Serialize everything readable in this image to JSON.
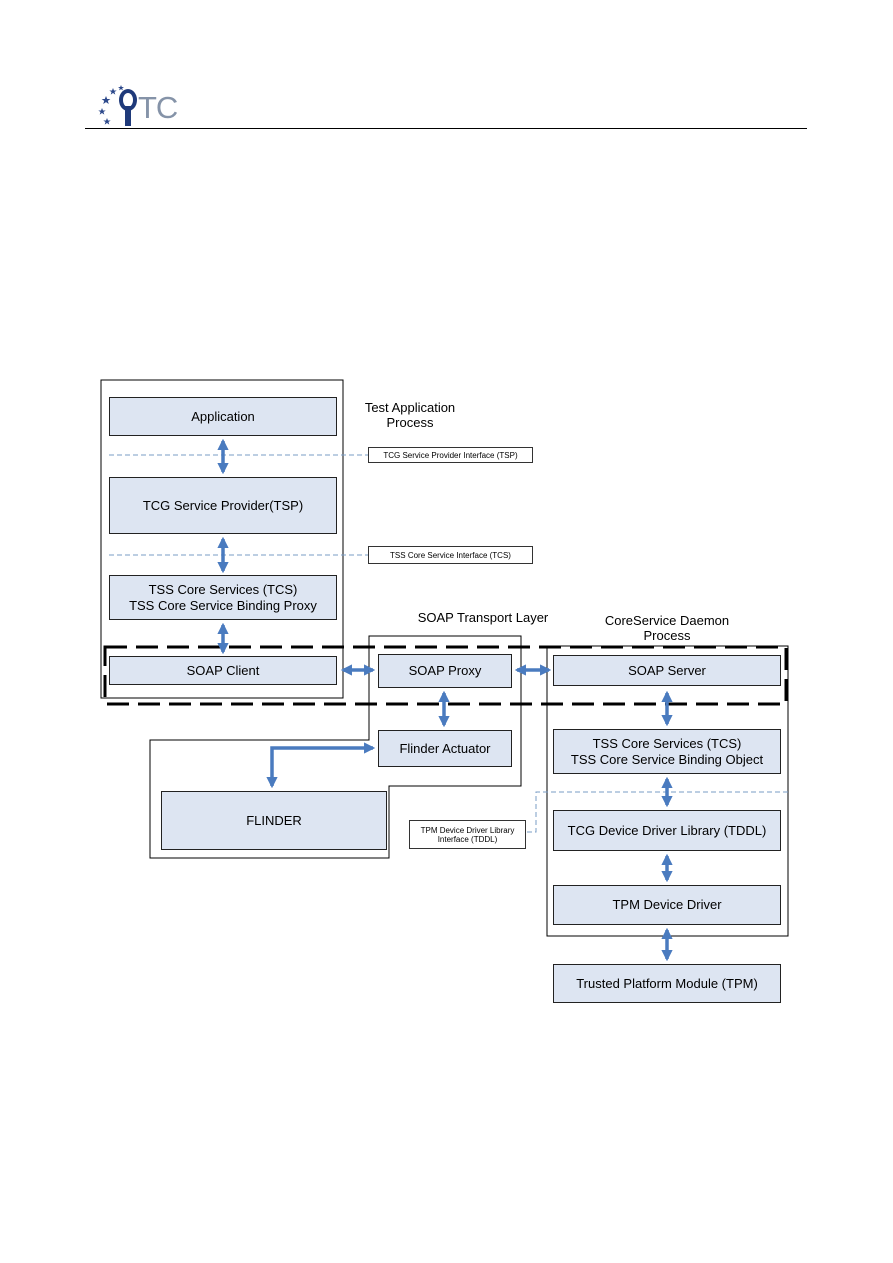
{
  "header": {
    "logo_text": "TC"
  },
  "diagram": {
    "labels": {
      "test_app_line1": "Test Application",
      "test_app_line2": "Process",
      "soap_transport": "SOAP Transport Layer",
      "daemon_line1": "CoreService Daemon",
      "daemon_line2": "Process"
    },
    "boxes": {
      "application": "Application",
      "tsp": "TCG Service Provider(TSP)",
      "tcs_proxy_line1": "TSS Core Services (TCS)",
      "tcs_proxy_line2": "TSS Core Service Binding Proxy",
      "soap_client": "SOAP Client",
      "soap_proxy": "SOAP Proxy",
      "soap_server": "SOAP Server",
      "flinder_actuator": "Flinder Actuator",
      "flinder": "FLINDER",
      "tcs_object_line1": "TSS Core Services (TCS)",
      "tcs_object_line2": "TSS Core Service Binding Object",
      "tddl": "TCG Device Driver Library (TDDL)",
      "tpm_driver": "TPM Device Driver",
      "tpm": "Trusted Platform Module (TPM)"
    },
    "interfaces": {
      "tsp_iface": "TCG Service Provider Interface (TSP)",
      "tcs_iface": "TSS Core Service Interface (TCS)",
      "tddl_iface_line1": "TPM Device Driver Library",
      "tddl_iface_line2": "Interface (TDDL)"
    },
    "colors": {
      "box_fill": "#dde5f2",
      "arrow": "#4a7bbf",
      "dashed_iface_line": "#7a9cc6"
    }
  }
}
